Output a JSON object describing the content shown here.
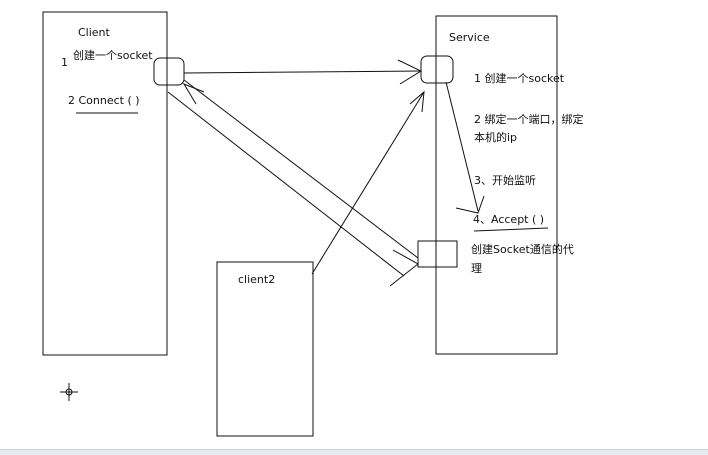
{
  "client": {
    "title": "Client",
    "step1_num": "1",
    "step1_text": "创建一个socket",
    "step2_text": "2 Connect ( )"
  },
  "service": {
    "title": "Service",
    "step1": "1 创建一个socket",
    "step2_line1": "2 绑定一个端口，绑定",
    "step2_line2": "本机的ip",
    "step3": "3、开始监听",
    "step4_num": "4、",
    "step4_text": "Accept ( )",
    "proxy_line1": "创建Socket通信的代",
    "proxy_line2": "理"
  },
  "client2": {
    "title": "client2"
  },
  "colors": {
    "stroke": "#111111",
    "strip": "#e6ebf1"
  },
  "icons": {
    "cursor": "crosshair-cursor-icon"
  }
}
